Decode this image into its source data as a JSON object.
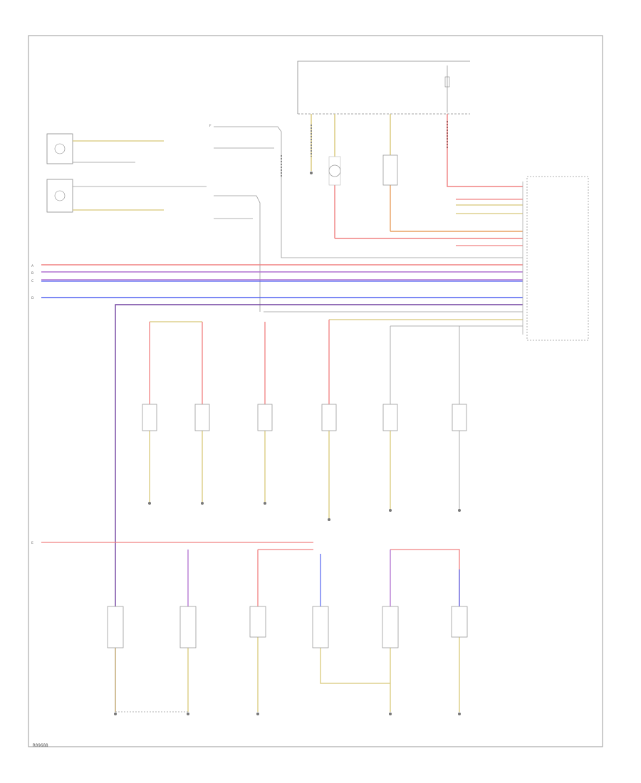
{
  "diagram_code": "R09688",
  "colors": {
    "red": "#f08080",
    "pink": "#ff9a9a",
    "yellow": "#d8c878",
    "yellow_dark": "#c8b060",
    "violet": "#b070d0",
    "purple_dark": "#7040a0",
    "blue": "#5060f0",
    "orange": "#e8a060",
    "grey": "#909090",
    "brown": "#a06060",
    "frame": "#9a9a9a",
    "text": "#666666"
  },
  "side_labels": [
    "A",
    "B",
    "C",
    "D",
    "E",
    "F"
  ]
}
